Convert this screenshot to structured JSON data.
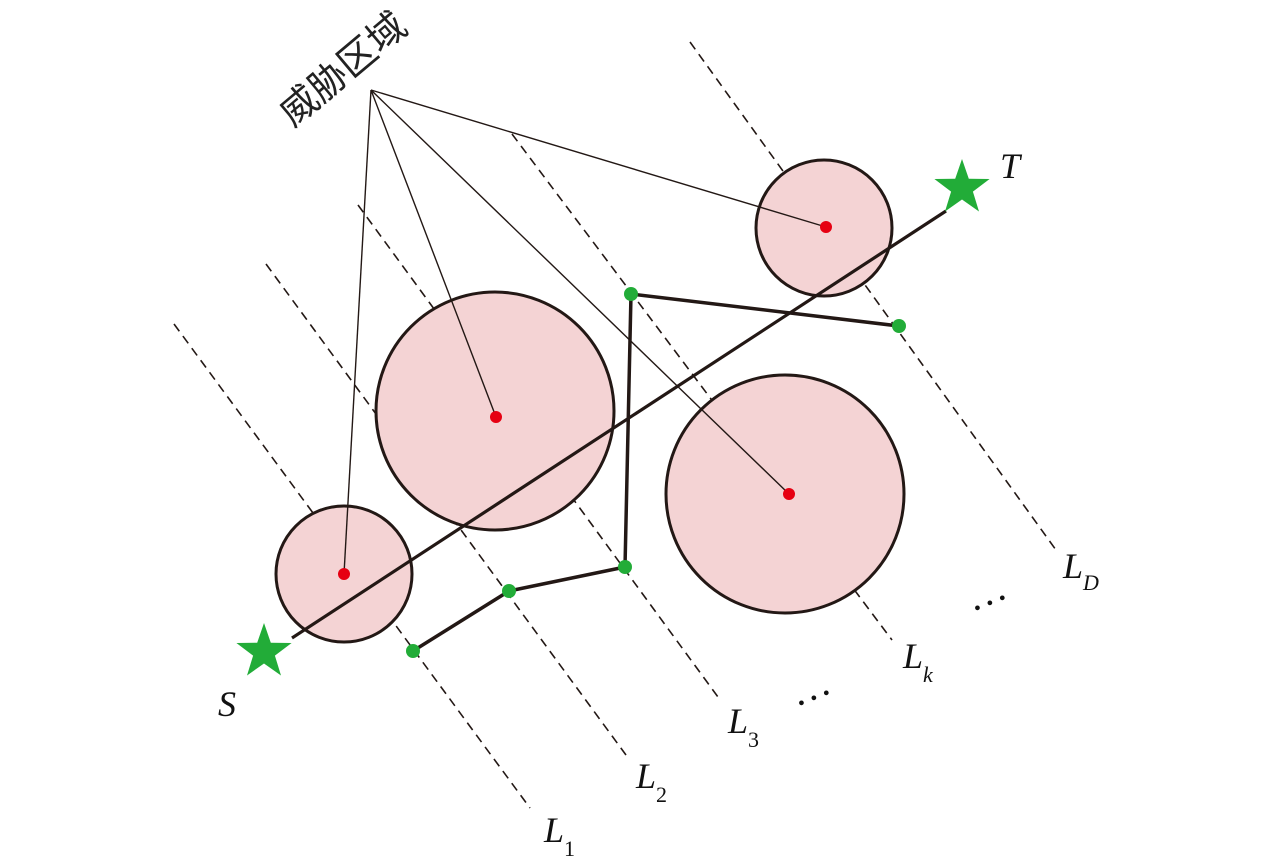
{
  "threat_label": "威胁区域",
  "start_label": "S",
  "target_label": "T",
  "lines": [
    {
      "main": "L",
      "sub": "1"
    },
    {
      "main": "L",
      "sub": "2"
    },
    {
      "main": "L",
      "sub": "3"
    },
    {
      "main": "L",
      "sub": "k"
    },
    {
      "main": "L",
      "sub": "D"
    }
  ],
  "ellipsis": "…",
  "colors": {
    "circle_fill": "#f4d3d4",
    "circle_stroke": "#231815",
    "center": "#e60012",
    "node": "#22ac38",
    "star": "#22ac38",
    "path": "#231815",
    "dash": "#231815"
  }
}
